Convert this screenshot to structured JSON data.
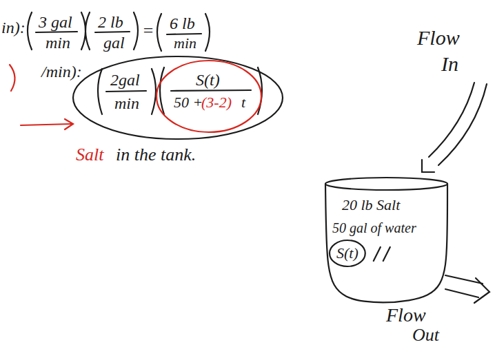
{
  "diagram": {
    "nodes": [
      {
        "text": [
          "20 lb Salt",
          "50 gal of water",
          "S(t)"
        ]
      }
    ],
    "labels": [
      "in):",
      "3 gal",
      "min",
      "2 lb",
      "gal",
      "=",
      "6 lb",
      "min",
      "/min):",
      "2gal",
      "min",
      "S(t)",
      "50 +",
      "(3-2)",
      "t",
      "Salt",
      "in the tank.",
      "Flow",
      "In",
      "Flow",
      "Out"
    ]
  }
}
